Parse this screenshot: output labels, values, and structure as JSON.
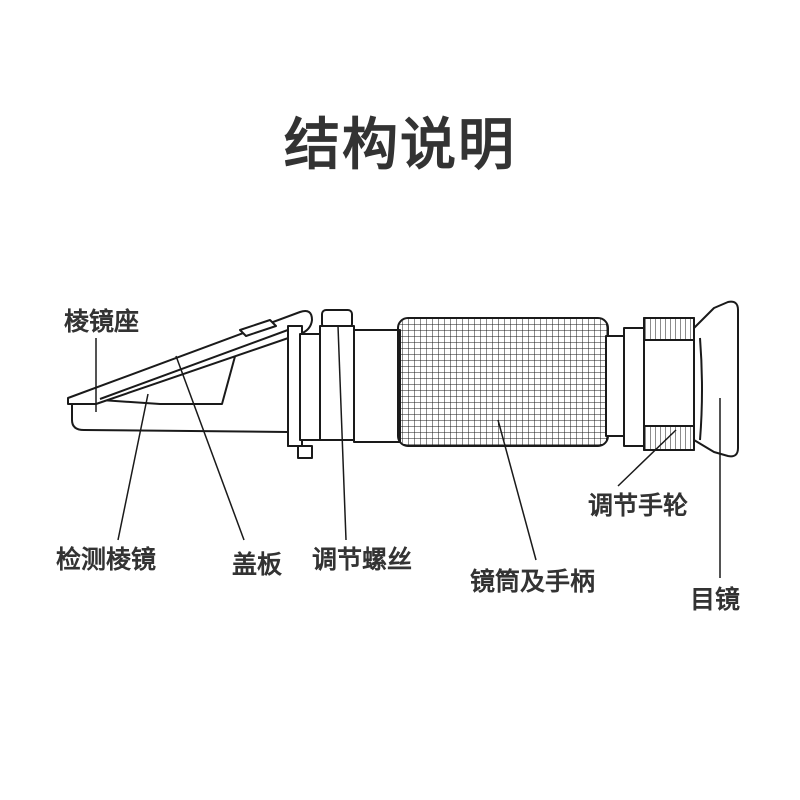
{
  "title": "结构说明",
  "labels": {
    "prism_seat": "棱镜座",
    "detection_prism": "检测棱镜",
    "cover_plate": "盖板",
    "adjust_screw": "调节螺丝",
    "tube_handle": "镜筒及手柄",
    "adjust_wheel": "调节手轮",
    "eyepiece": "目镜"
  },
  "colors": {
    "line": "#1a1a1a",
    "text": "#333333",
    "background": "#ffffff"
  }
}
